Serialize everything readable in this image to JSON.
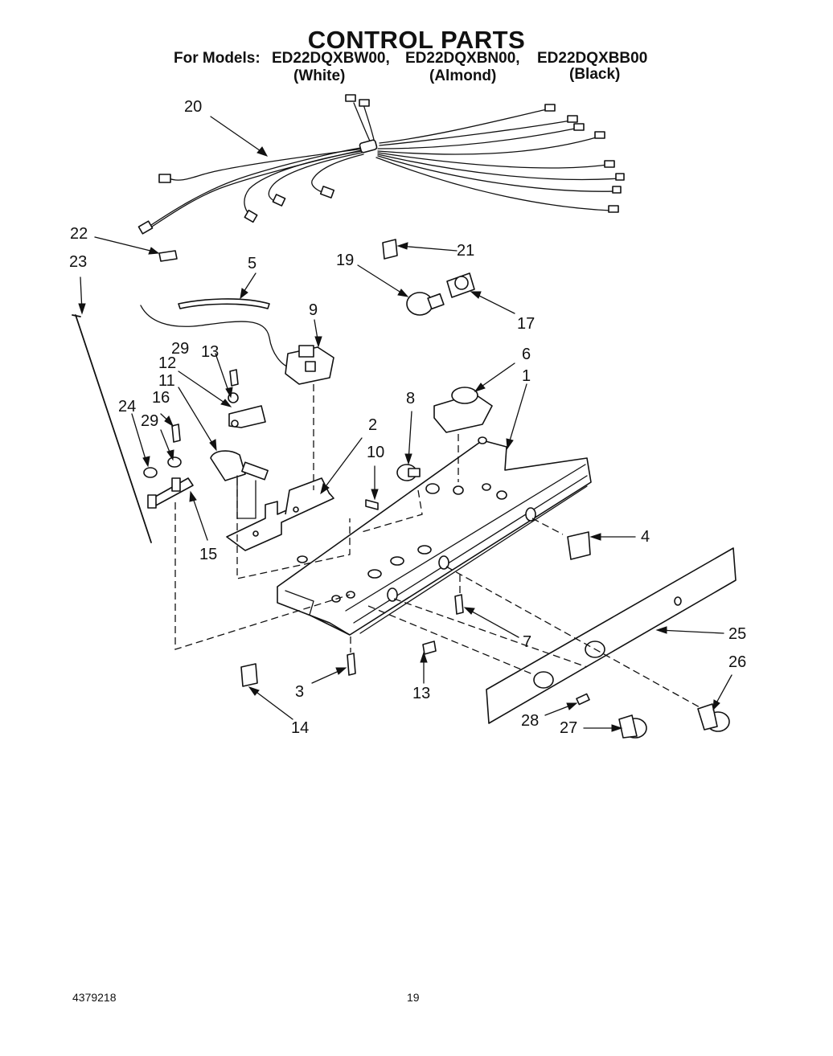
{
  "header": {
    "title": "CONTROL PARTS",
    "models_prefix": "For Models:",
    "models": [
      "ED22DQXBW00,",
      "ED22DQXBN00,",
      "ED22DQXBB00"
    ],
    "variants": [
      "(White)",
      "(Almond)",
      "(Black)"
    ]
  },
  "callouts": {
    "p1": "1",
    "p2": "2",
    "p3": "3",
    "p4": "4",
    "p5": "5",
    "p6": "6",
    "p7": "7",
    "p8": "8",
    "p9": "9",
    "p10": "10",
    "p11": "11",
    "p12": "12",
    "p13a": "13",
    "p13b": "13",
    "p14": "14",
    "p15": "15",
    "p16": "16",
    "p17": "17",
    "p19": "19",
    "p20": "20",
    "p21": "21",
    "p22": "22",
    "p23": "23",
    "p24": "24",
    "p25": "25",
    "p26": "26",
    "p27": "27",
    "p28": "28",
    "p29a": "29",
    "p29b": "29"
  },
  "footer": {
    "doc_number": "4379218",
    "page_number": "19"
  }
}
